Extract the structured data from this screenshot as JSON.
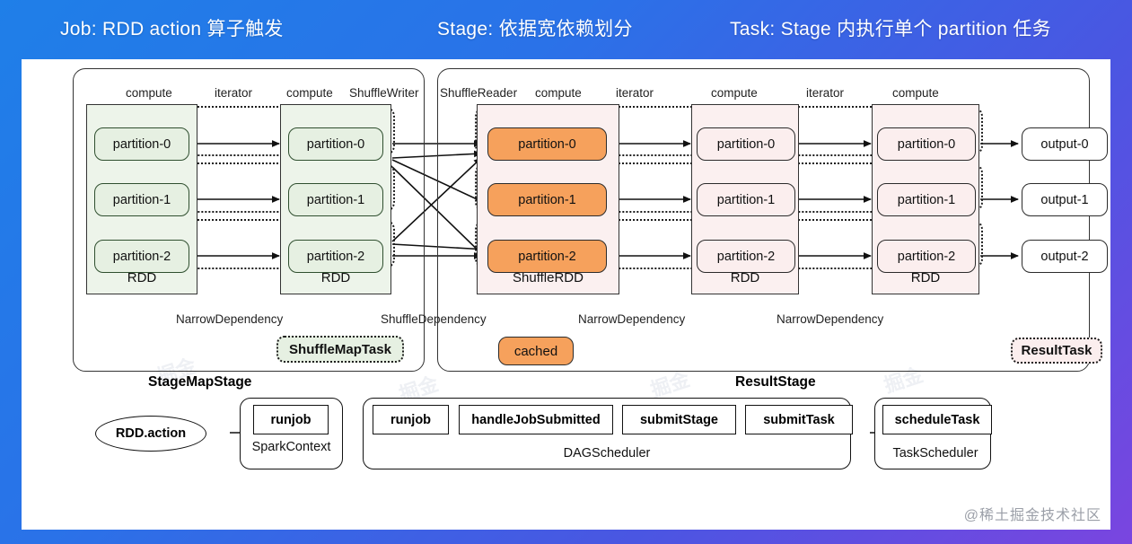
{
  "header": {
    "items": [
      {
        "text": "Job: RDD action 算子触发"
      },
      {
        "text": "Stage: 依据宽依赖划分"
      },
      {
        "text": "Task: Stage 内执行单个 partition 任务"
      }
    ]
  },
  "diagram": {
    "shuffle_map_stage": {
      "name": "StageMapStage",
      "column_labels": [
        "compute",
        "iterator",
        "compute",
        "ShuffleWriter"
      ],
      "rdd1": {
        "label": "RDD",
        "partitions": [
          "partition-0",
          "partition-1",
          "partition-2"
        ]
      },
      "rdd2": {
        "label": "RDD",
        "partitions": [
          "partition-0",
          "partition-1",
          "partition-2"
        ]
      },
      "dependency_label": "NarrowDependency",
      "task_tag": "ShuffleMapTask"
    },
    "shuffle_dependency_label": "ShuffleDependency",
    "result_stage": {
      "name": "ResultStage",
      "column_labels": [
        "ShuffleReader",
        "compute",
        "iterator",
        "compute",
        "iterator",
        "compute"
      ],
      "shuffle_rdd": {
        "label": "ShuffleRDD",
        "partitions": [
          "partition-0",
          "partition-1",
          "partition-2"
        ]
      },
      "rdd3": {
        "label": "RDD",
        "partitions": [
          "partition-0",
          "partition-1",
          "partition-2"
        ]
      },
      "rdd4": {
        "label": "RDD",
        "partitions": [
          "partition-0",
          "partition-1",
          "partition-2"
        ]
      },
      "outputs": [
        "output-0",
        "output-1",
        "output-2"
      ],
      "dependency_labels": [
        "NarrowDependency",
        "NarrowDependency"
      ],
      "cached_tag": "cached",
      "task_tag": "ResultTask"
    }
  },
  "flow": {
    "trigger": "RDD.action",
    "spark_context": {
      "name": "SparkContext",
      "methods": [
        "runjob"
      ]
    },
    "dag_scheduler": {
      "name": "DAGScheduler",
      "methods": [
        "runjob",
        "handleJobSubmitted",
        "submitStage",
        "submitTask"
      ]
    },
    "task_scheduler": {
      "name": "TaskScheduler",
      "methods": [
        "scheduleTask"
      ]
    }
  },
  "watermark": "@稀土掘金技术社区",
  "colors": {
    "green_fill": "#e6f0e2",
    "orange_fill": "#f6a15c",
    "pink_fill": "#fbeeee",
    "stroke": "#2b2b2b",
    "header_gradient_start": "#1f7fe8",
    "header_gradient_end": "#7a45e0"
  }
}
